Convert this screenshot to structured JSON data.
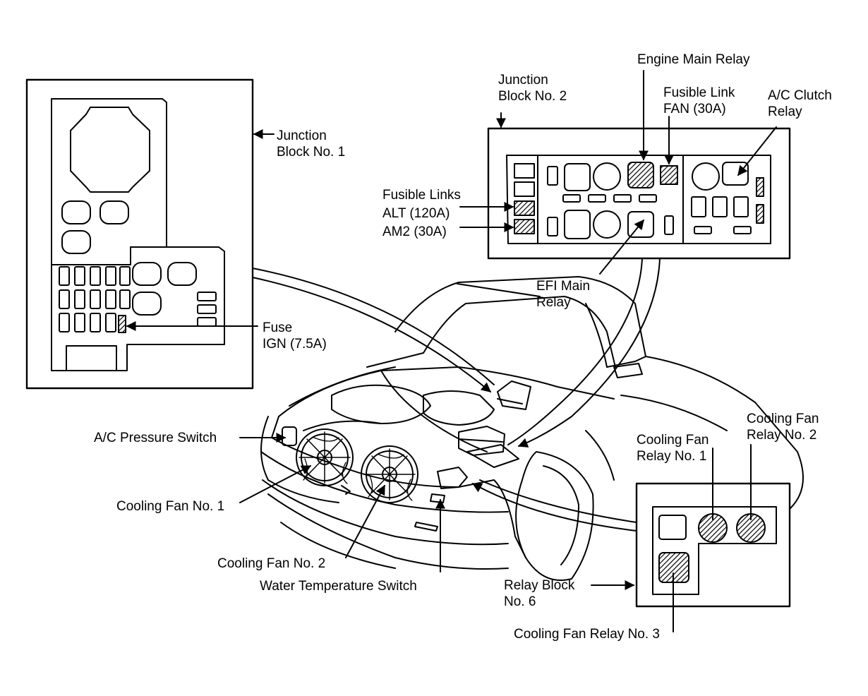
{
  "colors": {
    "ink": "#000000",
    "paper": "#ffffff"
  },
  "labels": {
    "junction_block_1": [
      "Junction",
      "Block No. 1"
    ],
    "junction_block_2": [
      "Junction",
      "Block No. 2"
    ],
    "engine_main_relay": "Engine Main Relay",
    "fusible_link_fan": [
      "Fusible Link",
      "FAN (30A)"
    ],
    "ac_clutch_relay": [
      "A/C Clutch",
      "Relay"
    ],
    "fusible_links_alt_am2": [
      "Fusible Links",
      "ALT (120A)",
      "AM2 (30A)"
    ],
    "efi_main_relay": [
      "EFI Main",
      "Relay"
    ],
    "fuse_ign": [
      "Fuse",
      "IGN (7.5A)"
    ],
    "ac_pressure_switch": "A/C Pressure Switch",
    "cooling_fan_1": "Cooling Fan No. 1",
    "cooling_fan_2": "Cooling Fan No. 2",
    "water_temp_switch": "Water Temperature Switch",
    "cooling_fan_relay_1": [
      "Cooling Fan",
      "Relay No. 1"
    ],
    "cooling_fan_relay_2": [
      "Cooling Fan",
      "Relay No. 2"
    ],
    "relay_block_6": [
      "Relay Block",
      "No. 6"
    ],
    "cooling_fan_relay_3": "Cooling Fan Relay No. 3"
  }
}
